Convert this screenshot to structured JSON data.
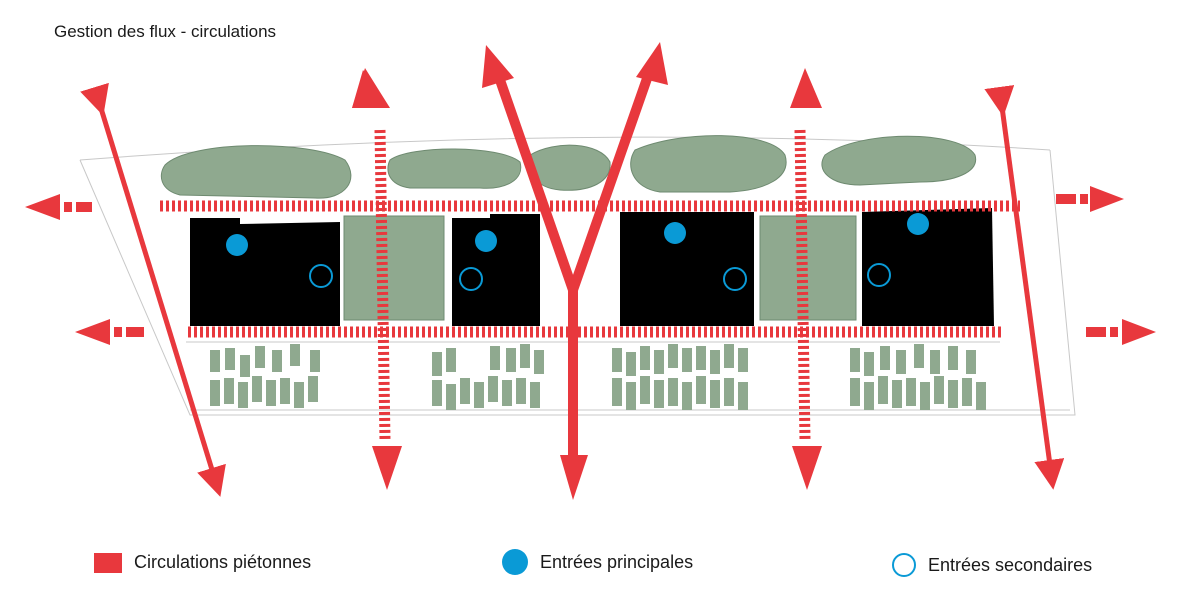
{
  "title": "Gestion des flux - circulations",
  "legend": {
    "pedestrian": "Circulations piétonnes",
    "main_entrances": "Entrées principales",
    "secondary_entrances": "Entrées secondaires"
  },
  "colors": {
    "pedestrian_red": "#e8383d",
    "entrance_blue": "#0a9ad6",
    "building_black": "#000000",
    "vegetation_green": "#8fa98f"
  },
  "icons": {
    "pedestrian": "red-square",
    "main_entrances": "filled-blue-circle",
    "secondary_entrances": "blue-ring"
  }
}
